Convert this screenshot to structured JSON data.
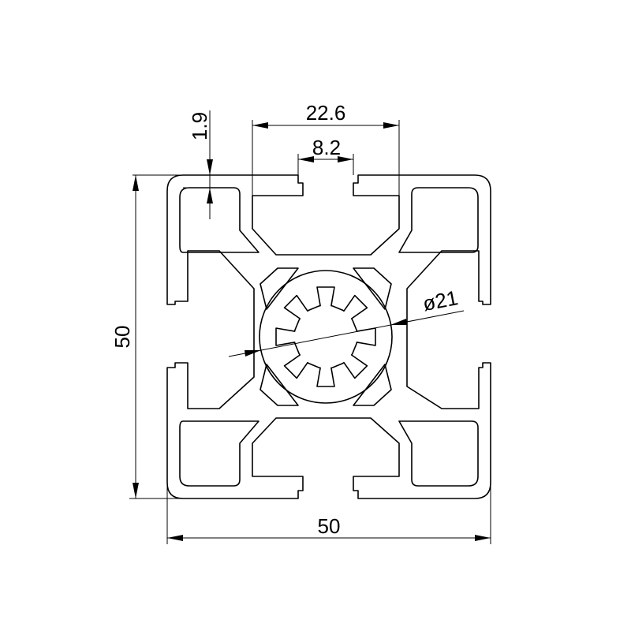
{
  "diagram": {
    "line_color": "#000000",
    "background": "#ffffff"
  },
  "dimensions": {
    "slot_width": "22.6",
    "slot_opening": "8.2",
    "wall_thickness": "1.9",
    "height": "50",
    "width": "50",
    "bore_diameter": "ø21"
  }
}
